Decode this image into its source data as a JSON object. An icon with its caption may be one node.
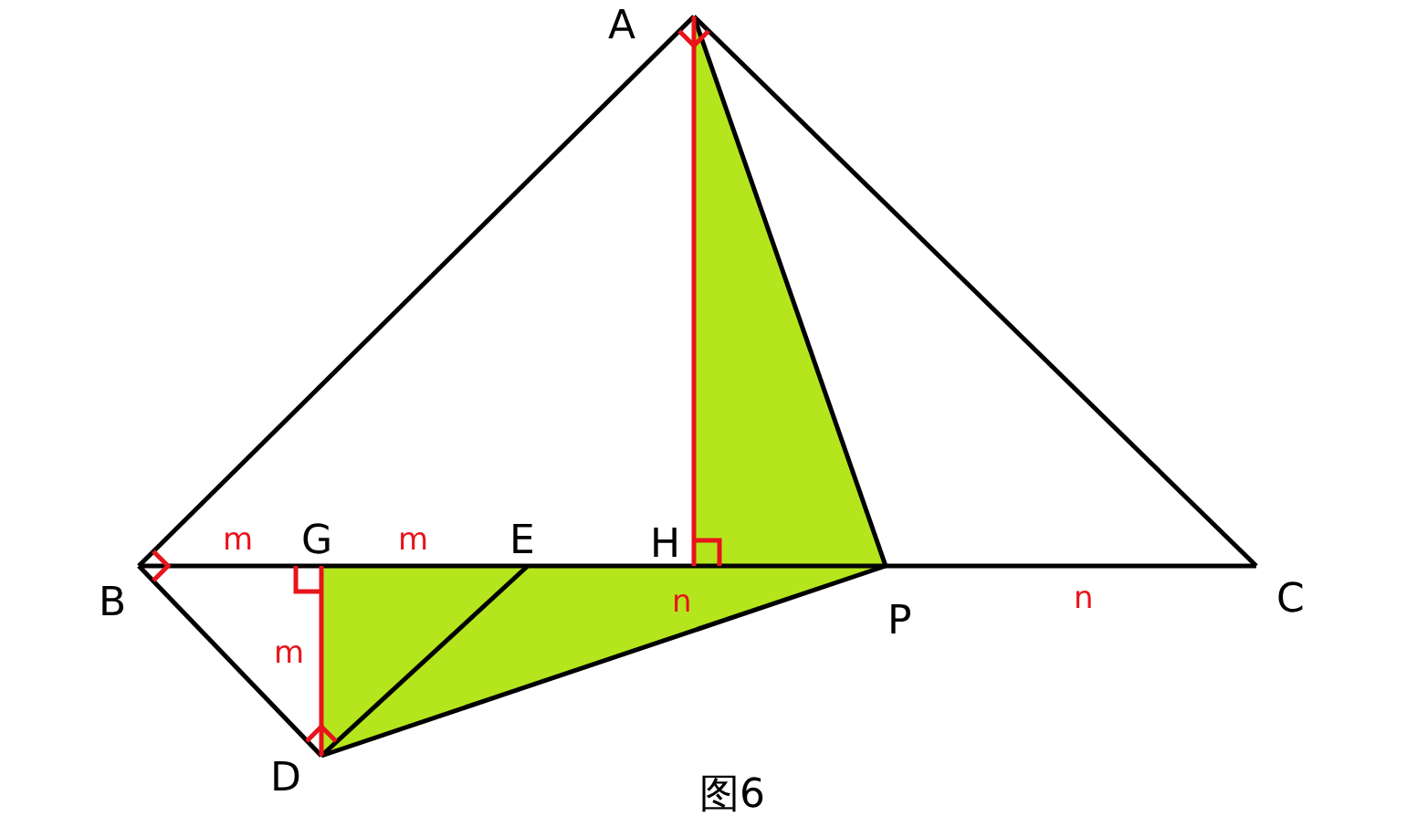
{
  "diagram": {
    "caption": "图6",
    "labels": [
      "A",
      "m",
      "G",
      "m",
      "E",
      "H",
      "B",
      "n",
      "n",
      "C",
      "P",
      "m",
      "D"
    ]
  }
}
